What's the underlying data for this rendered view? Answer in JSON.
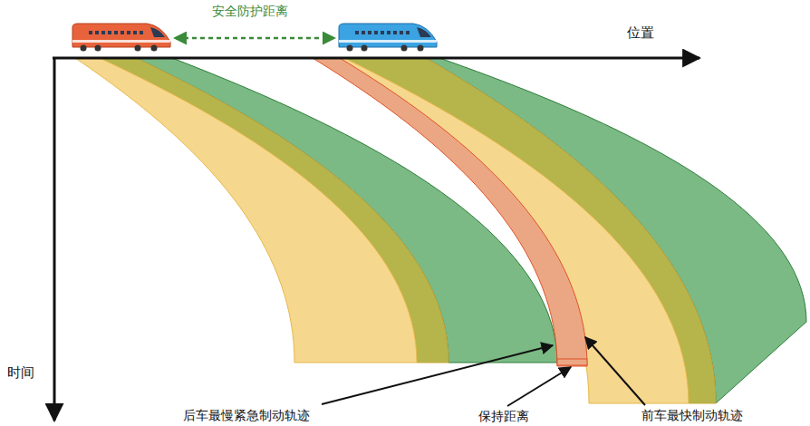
{
  "diagram": {
    "labels": [
      "安全防护距离",
      "位置",
      "时间",
      "后车最慢紧急制动轨迹",
      "保持距离",
      "前车最快制动轨迹"
    ]
  }
}
